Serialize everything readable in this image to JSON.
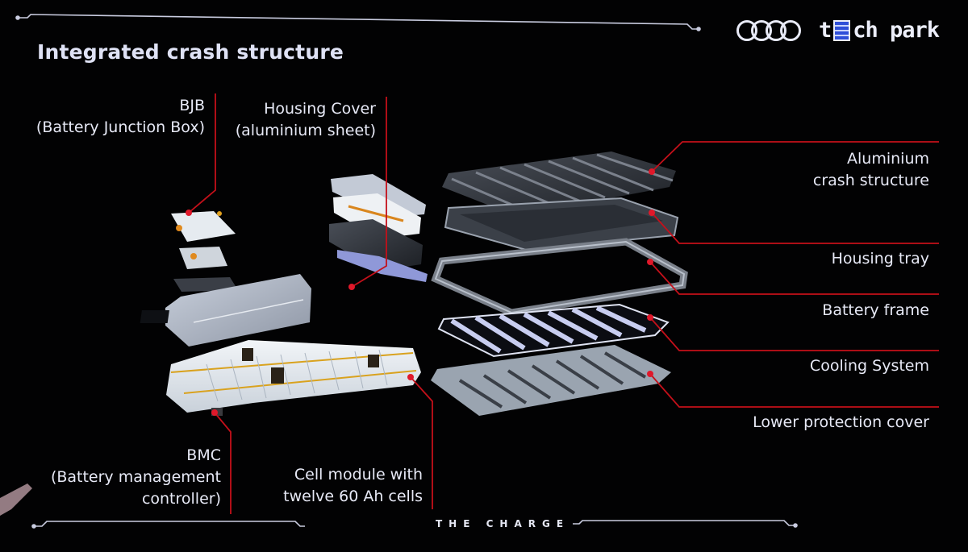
{
  "slide": {
    "title": "Integrated crash structure",
    "footer": "THE CHARGE",
    "brand": {
      "logo": "audi-rings-logo",
      "text_left": "t",
      "text_right": "ch park",
      "battery_glyph": "battery-e-icon"
    },
    "accent_color": "#c4101a",
    "line_color": "#c9cce0"
  },
  "labels": {
    "bjb": {
      "line1": "BJB",
      "line2": "(Battery Junction Box)"
    },
    "housing_cover": {
      "line1": "Housing Cover",
      "line2": "(aluminium sheet)"
    },
    "bmc": {
      "line1": "BMC",
      "line2": "(Battery management",
      "line3": "controller)"
    },
    "cell_module": {
      "line1": "Cell module with",
      "line2": "twelve 60 Ah cells"
    },
    "right": [
      {
        "line1": "Aluminium",
        "line2": "crash structure"
      },
      {
        "line1": "Housing tray"
      },
      {
        "line1": "Battery frame"
      },
      {
        "line1": "Cooling System"
      },
      {
        "line1": "Lower protection cover"
      }
    ]
  }
}
